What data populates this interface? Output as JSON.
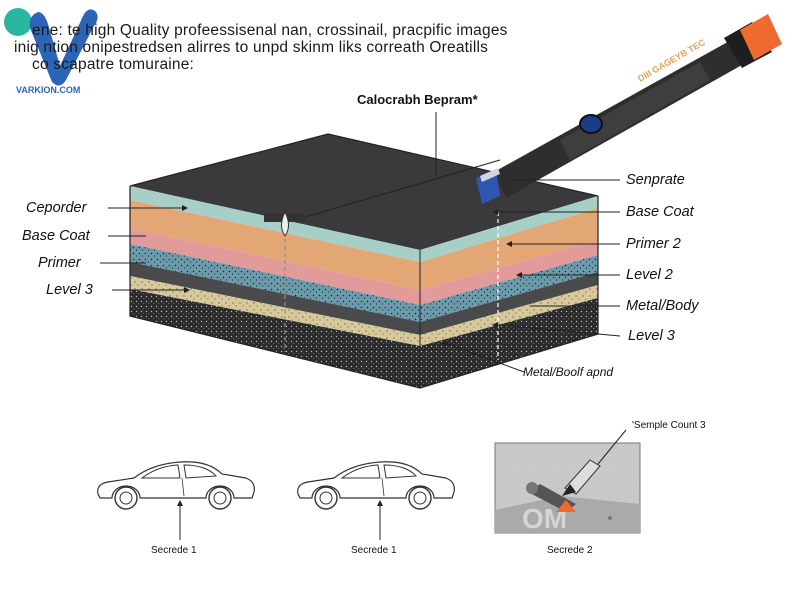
{
  "header": {
    "line1": "ene: te high Quality profeessisenal nan, crossinail, pracpific images",
    "line2": "inig ntion onipestredsen alirres to unpd skinm liks correath Oreatills",
    "line3": "co    scapatre tomuraine:"
  },
  "logo": {
    "text": "VARKION.COM",
    "colors": [
      "#2ab7a2",
      "#2c64b8"
    ]
  },
  "diagram": {
    "top_label": "Calocrabh Bepram*",
    "left_labels": [
      "Ceporder",
      "Base Coat",
      "Primer",
      "Level 3"
    ],
    "right_labels": [
      "Senprate",
      "Base Coat",
      "Primer 2",
      "Level 2",
      "Metal/Body",
      "Level 3",
      "Metal/Boolf apnd"
    ],
    "tool_text": "DIII GAGEYB TEC",
    "layer_colors": {
      "surface": "#3a3a3c",
      "clear": "#a6cfc8",
      "base": "#e2a775",
      "pink": "#e39a9a",
      "blue": "#6b9cab",
      "dark": "#4a4a4c",
      "sand": "#d8c99b",
      "bottom": "#2a2a2a",
      "tool_cap": "#ee6a2f"
    }
  },
  "samples": [
    {
      "caption": "Secrede 1",
      "icon": "car-icon"
    },
    {
      "caption": "Secrede 1",
      "icon": "car-icon"
    },
    {
      "caption": "Secrede 2",
      "icon": "probe-icon",
      "label": "'Semple Count 3",
      "watermark": "OM"
    }
  ]
}
